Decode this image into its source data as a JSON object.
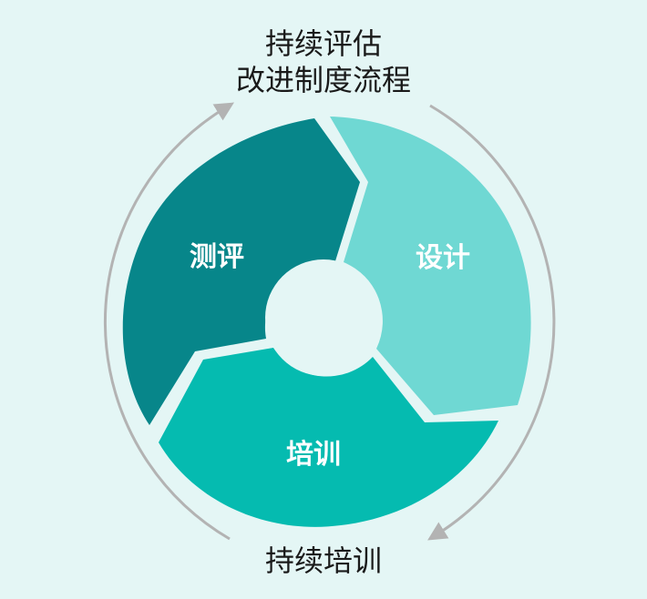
{
  "diagram": {
    "top_caption_line1": "持续评估",
    "top_caption_line2": "改进制度流程",
    "bottom_caption": "持续培训",
    "segments": [
      {
        "label": "测评",
        "color": "#07868a"
      },
      {
        "label": "设计",
        "color": "#6fd8d3"
      },
      {
        "label": "培训",
        "color": "#05bbb0"
      }
    ],
    "ring_color": "#b3b3b3",
    "center_color": "#e4f6f5"
  }
}
